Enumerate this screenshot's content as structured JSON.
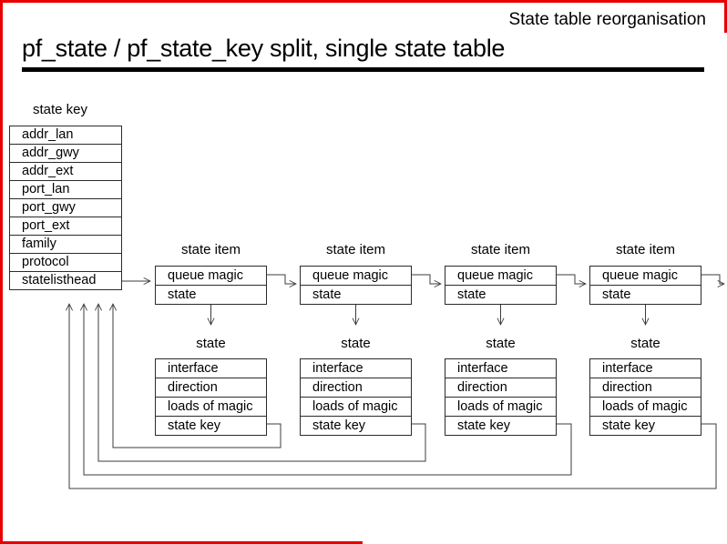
{
  "slide": {
    "corner_title": "State table reorganisation",
    "title": "pf_state / pf_state_key split, single state table"
  },
  "diagram": {
    "state_key_table": {
      "title": "state key",
      "rows": [
        "addr_lan",
        "addr_gwy",
        "addr_ext",
        "port_lan",
        "port_gwy",
        "port_ext",
        "family",
        "protocol",
        "statelisthead"
      ]
    },
    "state_item_box": {
      "title": "state item",
      "rows": [
        "queue magic",
        "state"
      ]
    },
    "state_box": {
      "title": "state",
      "rows": [
        "interface",
        "direction",
        "loads of magic",
        "state key"
      ]
    },
    "instance_count": 4,
    "connections": {
      "list_head": "statelisthead points to first state item",
      "item_chain": "each state item queue magic points to next state item",
      "item_to_state": "each state item state field points down to a state struct",
      "state_key_backlink": "each state struct state key field loops back up to the state key table"
    }
  },
  "colors": {
    "frame_red": "#e80000",
    "line_color": "#3c3c3c",
    "box_border": "#2b2b2b",
    "background": "#ffffff",
    "text": "#000000"
  }
}
